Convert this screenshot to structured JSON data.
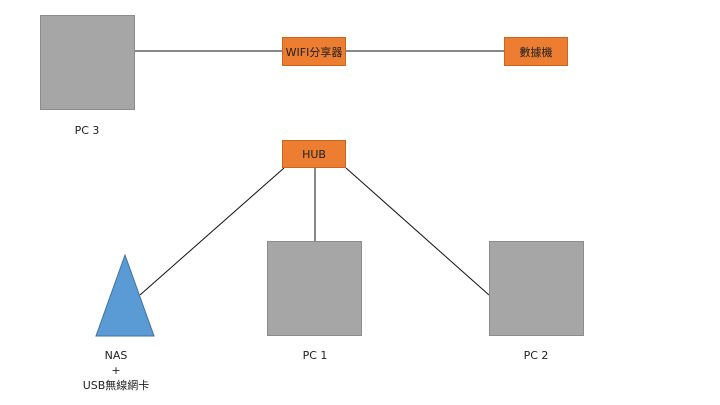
{
  "colors": {
    "pc_fill": "#a6a6a6",
    "device_fill": "#ed7d31",
    "nas_fill": "#5b9bd5",
    "line": "#111111"
  },
  "nodes": {
    "pc3": {
      "label": "PC 3"
    },
    "wifi": {
      "label": "WIFI分享器"
    },
    "modem": {
      "label": "數據機"
    },
    "hub": {
      "label": "HUB"
    },
    "nas": {
      "label_line1": "NAS",
      "label_line2": "+",
      "label_line3": "USB無線網卡"
    },
    "pc1": {
      "label": "PC 1"
    },
    "pc2": {
      "label": "PC 2"
    }
  }
}
